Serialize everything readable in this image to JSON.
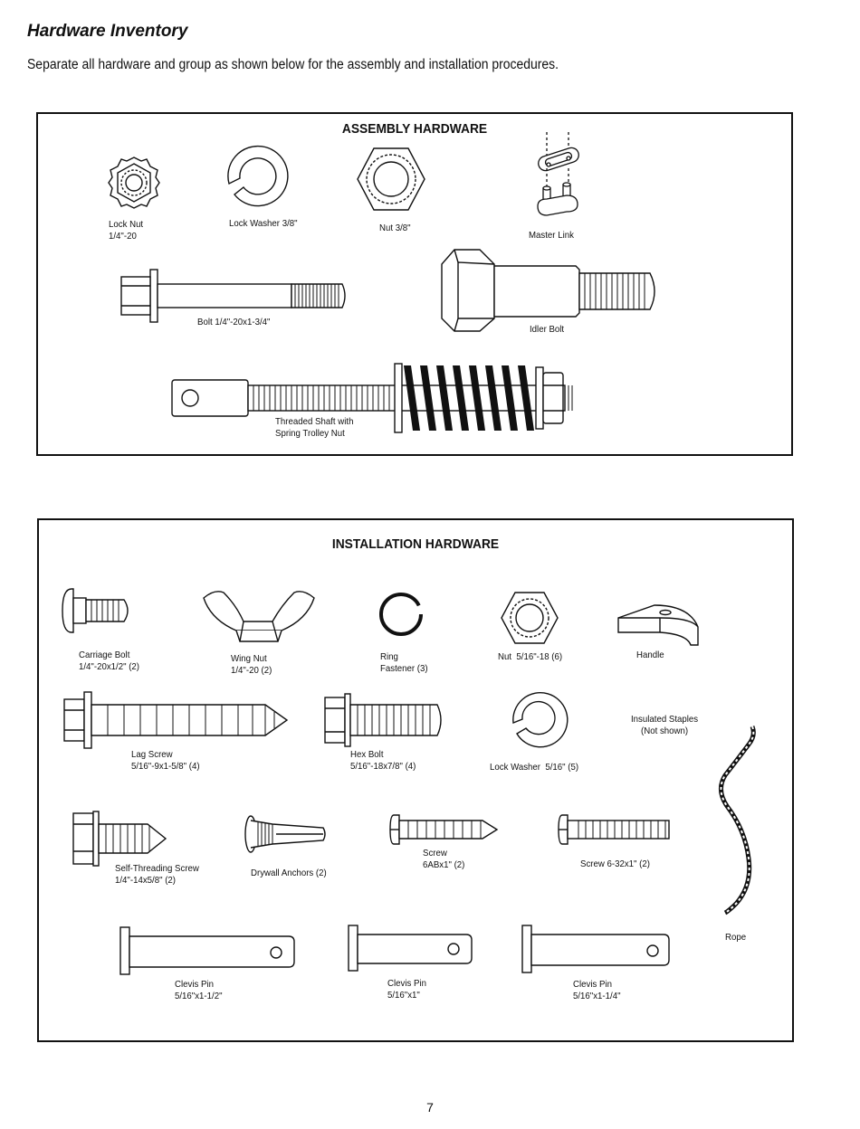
{
  "page": {
    "heading": "Hardware Inventory",
    "intro": "Separate all hardware and group as shown below for the assembly and installation procedures.",
    "page_number": "7"
  },
  "assembly": {
    "title": "ASSEMBLY HARDWARE",
    "items": [
      {
        "label": "Lock Nut\n1/4\"-20",
        "icon": "lock-nut-icon"
      },
      {
        "label": "Lock Washer 3/8\"",
        "icon": "lock-washer-icon"
      },
      {
        "label": "Nut 3/8\"",
        "icon": "hex-nut-icon"
      },
      {
        "label": "Master Link",
        "icon": "master-link-icon"
      },
      {
        "label": "Bolt 1/4\"-20x1-3/4\"",
        "icon": "bolt-icon"
      },
      {
        "label": "Idler Bolt",
        "icon": "idler-bolt-icon"
      },
      {
        "label": "Threaded Shaft with\nSpring Trolley Nut",
        "icon": "threaded-shaft-icon"
      }
    ]
  },
  "installation": {
    "title": "INSTALLATION HARDWARE",
    "items": [
      {
        "label": "Carriage Bolt\n1/4\"-20x1/2\" (2)",
        "icon": "carriage-bolt-icon"
      },
      {
        "label": "Wing Nut\n1/4\"-20 (2)",
        "icon": "wing-nut-icon"
      },
      {
        "label": "Ring\nFastener (3)",
        "icon": "ring-fastener-icon"
      },
      {
        "label": "Nut  5/16\"-18 (6)",
        "icon": "hex-nut-icon"
      },
      {
        "label": "Handle",
        "icon": "handle-icon"
      },
      {
        "label": "Lag Screw\n5/16\"-9x1-5/8\" (4)",
        "icon": "lag-screw-icon"
      },
      {
        "label": "Hex Bolt\n5/16\"-18x7/8\" (4)",
        "icon": "hex-bolt-icon"
      },
      {
        "label": "Lock Washer  5/16\" (5)",
        "icon": "lock-washer-icon"
      },
      {
        "label": "Insulated Staples\n(Not shown)",
        "icon": ""
      },
      {
        "label": "Self-Threading Screw\n1/4\"-14x5/8\" (2)",
        "icon": "self-threading-screw-icon"
      },
      {
        "label": "Drywall Anchors (2)",
        "icon": "drywall-anchor-icon"
      },
      {
        "label": "Screw\n6ABx1\" (2)",
        "icon": "screw-icon"
      },
      {
        "label": "Screw 6-32x1\" (2)",
        "icon": "machine-screw-icon"
      },
      {
        "label": "Rope",
        "icon": "rope-icon"
      },
      {
        "label": "Clevis Pin\n5/16\"x1-1/2\"",
        "icon": "clevis-pin-icon"
      },
      {
        "label": "Clevis Pin\n5/16\"x1\"",
        "icon": "clevis-pin-icon"
      },
      {
        "label": "Clevis Pin\n5/16\"x1-1/4\"",
        "icon": "clevis-pin-icon"
      }
    ]
  }
}
